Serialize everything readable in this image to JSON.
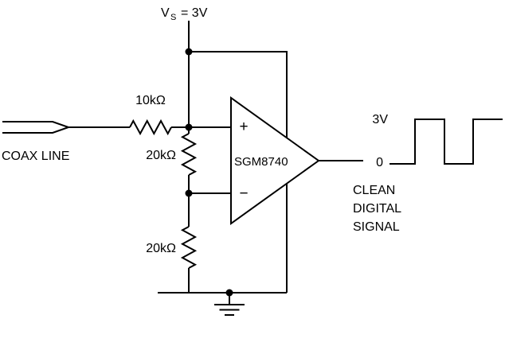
{
  "colors": {
    "line": "#000000",
    "text": "#000000",
    "background": "#ffffff"
  },
  "supply_label": {
    "v": "V",
    "sub": "S",
    "rest": "= 3V"
  },
  "coax": {
    "label": "COAX LINE"
  },
  "resistors": {
    "r1": "10kΩ",
    "r2": "20kΩ",
    "r3": "20kΩ"
  },
  "opamp": {
    "part": "SGM8740",
    "plus": "+",
    "minus": "−"
  },
  "wave": {
    "high": "3V",
    "low": "0"
  },
  "caption": {
    "line1": "CLEAN",
    "line2": "DIGITAL",
    "line3": "SIGNAL"
  },
  "icons": {
    "coax_connector": "coax-connector",
    "ground": "earth-ground",
    "waveform": "square-wave",
    "junction": "junction-dot"
  }
}
